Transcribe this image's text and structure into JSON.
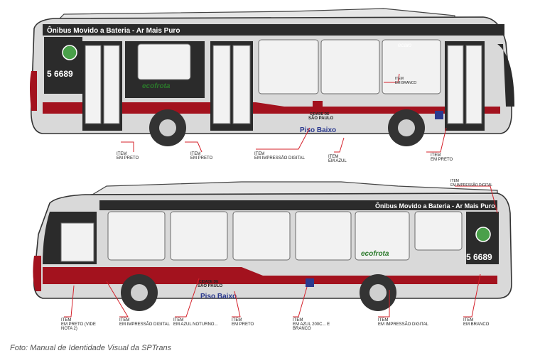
{
  "bus": {
    "banner": "Ônibus Movido a Bateria - Ar Mais Puro",
    "fleet_number": "5 6689",
    "brand": "ecofrota",
    "city_top": "CIDADE DE",
    "city_bottom": "SÃO PAULO",
    "floor_text": "Piso Baixo",
    "model_badge": "ecaio"
  },
  "colors": {
    "body": "#d9d9d9",
    "dark": "#2b2b2b",
    "stripe": "#a3121e",
    "window": "#f2f2f2",
    "glass_edge": "#6b6b6b",
    "callout": "#d4202a",
    "floor_text": "#2b3a8f",
    "wheel": "#333333",
    "hub": "#cfcfcf"
  },
  "callouts_top": [
    {
      "item": "ITEM",
      "text": "EM PRETO"
    },
    {
      "item": "ITEM",
      "text": "EM PRETO"
    },
    {
      "item": "ITEM",
      "text": "EM IMPRESSÃO DIGITAL"
    },
    {
      "item": "ITEM",
      "text": "EM AZUL"
    },
    {
      "item": "ITEM",
      "text": "EM PRETO"
    }
  ],
  "callouts_bottom": [
    {
      "item": "ITEM",
      "text": "EM PRETO (VIDE NOTA 2)"
    },
    {
      "item": "ITEM",
      "text": "EM IMPRESSÃO DIGITAL"
    },
    {
      "item": "ITEM",
      "text": "EM AZUL NOTURNO..."
    },
    {
      "item": "ITEM",
      "text": "EM PRETO"
    },
    {
      "item": "ITEM",
      "text": "EM AZUL 200C... E BRANCO"
    },
    {
      "item": "ITEM",
      "text": "EM IMPRESSÃO DIGITAL"
    },
    {
      "item": "ITEM",
      "text": "EM BRANCO"
    }
  ],
  "callouts_side_top": [
    {
      "item": "ITEM",
      "text": "EM BRANCO"
    },
    {
      "item": "ITEM",
      "text": "EM IMPRESSÃO DIGITAL"
    }
  ],
  "caption": "Foto: Manual de Identidade Visual da SPTrans"
}
